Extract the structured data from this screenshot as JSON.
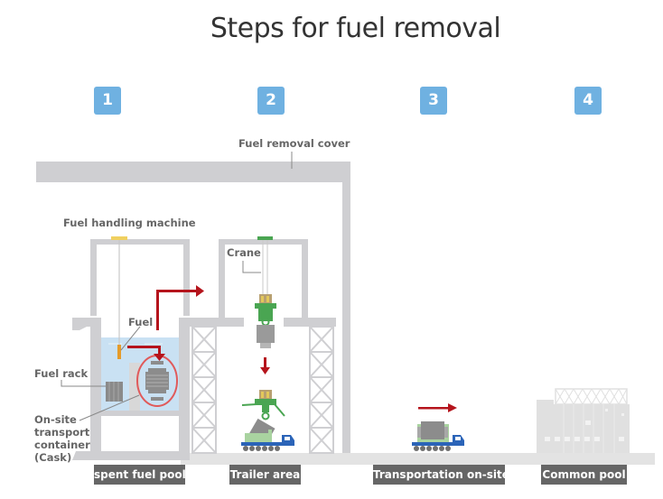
{
  "title": "Steps for fuel removal",
  "colors": {
    "badge": "#6fb1e1",
    "structure": "#cfcfd2",
    "water": "#c9e1f3",
    "arrow": "#b5141c",
    "crane_green": "#4aa552",
    "trailer_blue": "#2b64b8",
    "area_label_bg": "#666666",
    "fuel": "#e59b2a",
    "cask": "#9a9a9a"
  },
  "steps": [
    {
      "number": "1",
      "area_label": "spent fuel pool"
    },
    {
      "number": "2",
      "area_label": "Trailer area"
    },
    {
      "number": "3",
      "area_label": "Transportation on-site"
    },
    {
      "number": "4",
      "area_label": "Common pool"
    }
  ],
  "labels": {
    "fuel_removal_cover": "Fuel removal cover",
    "fuel_handling_machine": "Fuel handling machine",
    "crane": "Crane",
    "fuel": "Fuel",
    "fuel_rack": "Fuel rack",
    "cask_line1": "On-site",
    "cask_line2": "transport",
    "cask_line3": "container",
    "cask_line4": "(Cask)"
  }
}
